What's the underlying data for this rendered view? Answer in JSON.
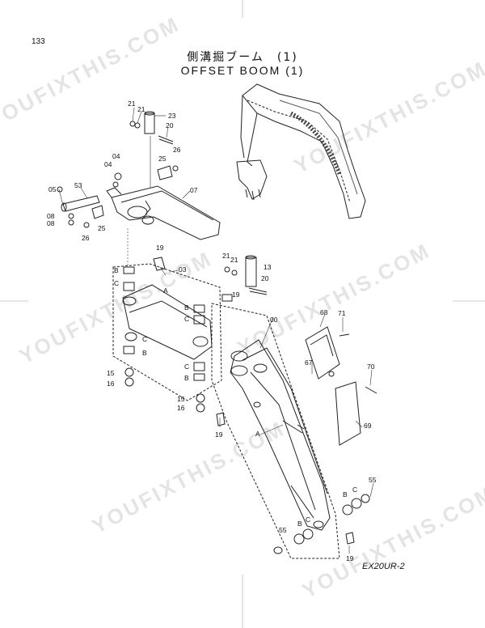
{
  "page_number": "133",
  "title_japanese": "側溝掘ブーム　(1)",
  "title_english": "OFFSET  BOOM  (1)",
  "model_code": "EX20UR-2",
  "watermarks": [
    "YOUFIXTHIS.COM",
    "YOUFIXTHIS.COM",
    "YOUFIXTHIS.COM",
    "YOUFIXTHIS.COM",
    "YOUFIXTHIS.COM",
    "YOUFIXTHIS.COM"
  ],
  "callouts": {
    "p21a": "21",
    "p21b": "21",
    "p23": "23",
    "p20a": "20",
    "p25a": "25",
    "p26a": "26",
    "p04a": "04",
    "p04b": "04",
    "p05": "05",
    "p53": "53",
    "p07": "07",
    "p08a": "08",
    "p08b": "08",
    "p26b": "26",
    "p25b": "25",
    "p19a": "19",
    "p03": "03",
    "pAa": "A",
    "pBa": "B",
    "pCa": "C",
    "pBb": "B",
    "pCb": "C",
    "pCc": "C",
    "pBc": "B",
    "pCd": "C",
    "pBd": "B",
    "p15a": "15",
    "p16a": "16",
    "p15b": "15",
    "p16b": "16",
    "p19b": "19",
    "p19c": "19",
    "p21c": "21",
    "p21d": "21",
    "p13": "13",
    "p20b": "20",
    "p00": "00",
    "p68": "68",
    "p71": "71",
    "p67": "67",
    "p70": "70",
    "p69": "69",
    "pAb": "A",
    "p55a": "55",
    "pCe": "C",
    "pBe": "B",
    "pCf": "C",
    "pBf": "B",
    "p55b": "55",
    "p19d": "19"
  }
}
